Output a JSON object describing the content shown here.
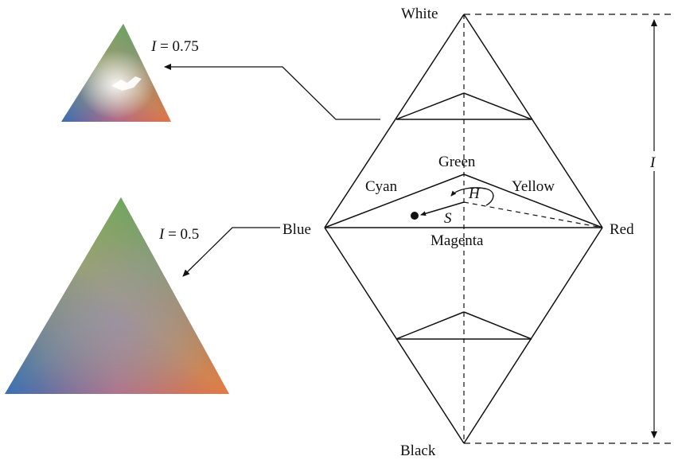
{
  "labels": {
    "white": "White",
    "black": "Black",
    "blue": "Blue",
    "red": "Red",
    "green": "Green",
    "cyan": "Cyan",
    "yellow": "Yellow",
    "magenta": "Magenta",
    "hue": "H",
    "saturation": "S",
    "intensity_axis": "I"
  },
  "insets": {
    "top": {
      "symbol": "I",
      "eq": " = 0.75"
    },
    "bottom": {
      "symbol": "I",
      "eq": " = 0.5"
    }
  },
  "colors": {
    "red": "#e8383f",
    "green": "#5a9a45",
    "blue": "#3a47a6",
    "yellow": "#d9d04a",
    "cyan": "#3aa4c8",
    "magenta": "#c83c8c",
    "line": "#111111"
  }
}
